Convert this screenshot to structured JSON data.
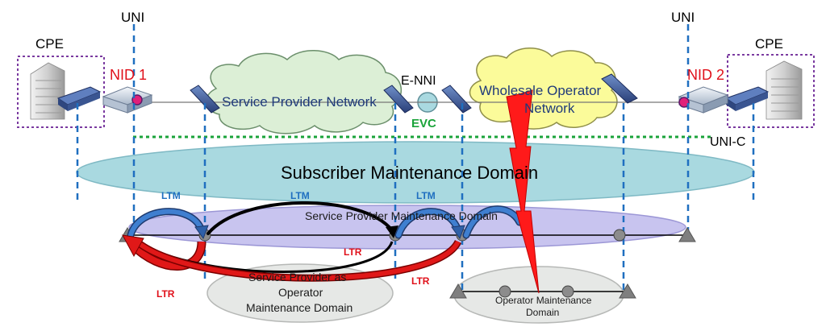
{
  "labels": {
    "uni_left": "UNI",
    "uni_right": "UNI",
    "cpe_left": "CPE",
    "cpe_right": "CPE",
    "nid1": "NID 1",
    "nid2": "NID 2",
    "enni": "E-NNI",
    "evc": "EVC",
    "uni_c": "UNI-C",
    "sp_network": "Service Provider Network",
    "wholesale_line1": "Wholesale Operator",
    "wholesale_line2": "Network",
    "subscriber_md": "Subscriber Maintenance Domain",
    "sp_md": "Service Provider Maintenance Domain",
    "sp_operator_line1": "Service Provider as",
    "sp_operator_line2": "Operator",
    "sp_operator_line3": "Maintenance Domain",
    "op_md_line1": "Operator Maintenance",
    "op_md_line2": "Domain",
    "ltm_1": "LTM",
    "ltm_2": "LTM",
    "ltm_3": "LTM",
    "ltr_1": "LTR",
    "ltr_2": "LTR",
    "ltr_3": "LTR"
  },
  "colors": {
    "uni_line": "#1f6fc0",
    "evc_line": "#1aa33a",
    "nid_text": "#e0101a",
    "ltm_text": "#1f6fc0",
    "ltr_text": "#e0101a",
    "subscriber_domain": "#a9d9e0",
    "sp_domain": "#c8c4ef",
    "operator_domain": "#e6e8e6",
    "sp_cloud": "#dcefd6",
    "wholesale_cloud": "#fbfb9a",
    "cpe_box_border": "#7a3aa0",
    "lightning": "#ff1a1a"
  }
}
